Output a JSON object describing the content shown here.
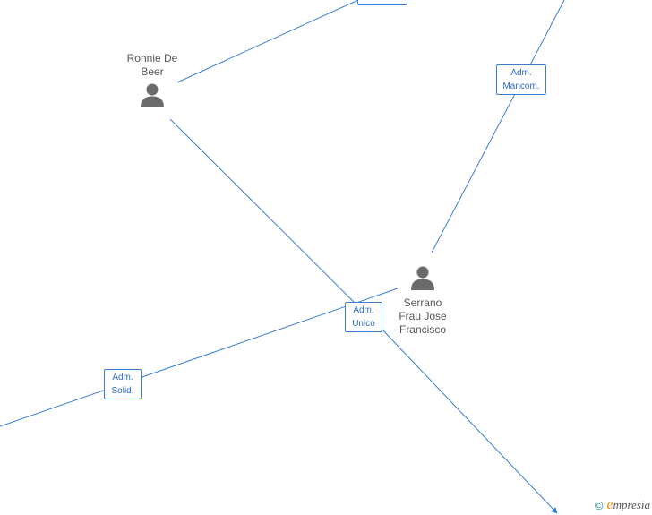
{
  "people": [
    {
      "id": "ronnie",
      "name": "Ronnie De Beer",
      "name_lines": [
        "Ronnie De",
        "Beer"
      ]
    },
    {
      "id": "serrano",
      "name": "Serrano Frau Jose Francisco",
      "name_lines": [
        "Serrano",
        "Frau Jose",
        "Francisco"
      ]
    }
  ],
  "roles": [
    {
      "id": "top-partial",
      "lines": [
        "",
        ""
      ]
    },
    {
      "id": "mancom",
      "lines": [
        "Adm.",
        "Mancom."
      ]
    },
    {
      "id": "unico",
      "lines": [
        "Adm.",
        "Unico"
      ]
    },
    {
      "id": "solid",
      "lines": [
        "Adm.",
        "Solid."
      ]
    }
  ],
  "watermark": {
    "copyright": "©",
    "brand_initial": "e",
    "brand_rest": "mpresia"
  },
  "colors": {
    "edge": "#3a7fd0",
    "badge_text": "#2d6cc0",
    "person_icon": "#6b6b6b",
    "label": "#555555",
    "brand_accent": "#f08a00"
  }
}
